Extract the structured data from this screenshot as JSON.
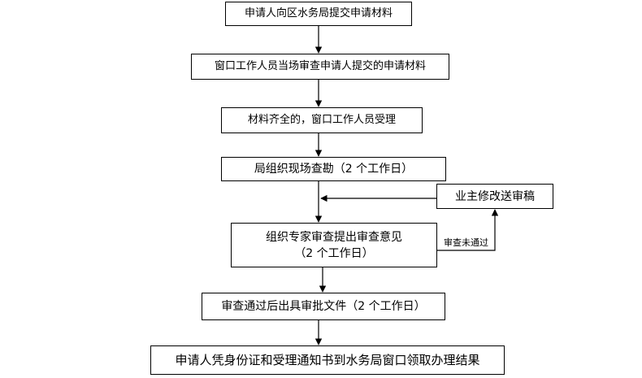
{
  "flowchart": {
    "steps": [
      "申请人向区水务局提交申请材料",
      "窗口工作人员当场审查申请人提交的申请材料",
      "材料齐全的，窗口工作人员受理",
      "局组织现场查勘（2 个工作日）",
      "组织专家审查提出审查意见",
      "（2 个工作日）",
      "审查通过后出具审批文件（2 个工作日）",
      "申请人凭身份证和受理通知书到水务局窗口领取办理结果"
    ],
    "side_box": "业主修改送审稿",
    "reject_label": "审查未通过"
  }
}
